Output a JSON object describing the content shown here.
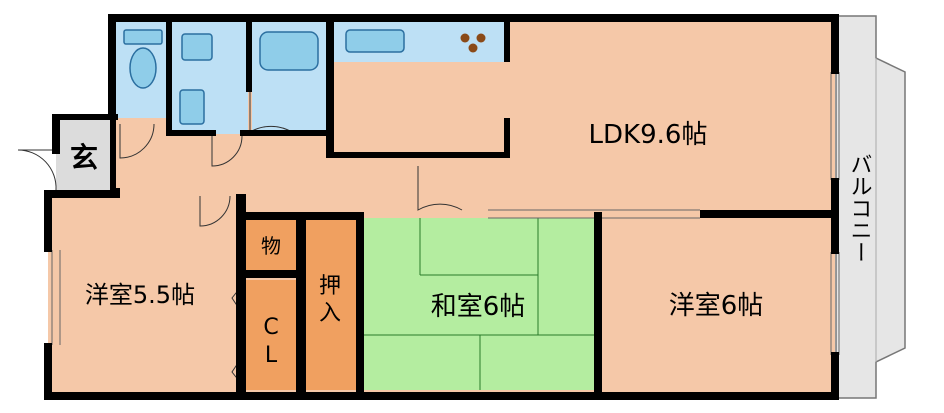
{
  "rooms": {
    "ldk": "LDK9.6帖",
    "balcony": "バルコニー",
    "entrance": "玄",
    "western_left": "洋室5.5帖",
    "storage": "物",
    "closet_c": "C",
    "closet_l": "L",
    "oshiire_1": "押",
    "oshiire_2": "入",
    "washitsu": "和室6帖",
    "western_right": "洋室6帖"
  },
  "colors": {
    "floor": "#f5c8a8",
    "tatami": "#b4eda0",
    "wet": "#bde0f5",
    "fixture": "#8fcde9",
    "closet": "#f0a060",
    "storage": "#f0a060",
    "entrance": "#dcdcdc",
    "balcony": "#e6e6e6",
    "wall": "#000000"
  }
}
